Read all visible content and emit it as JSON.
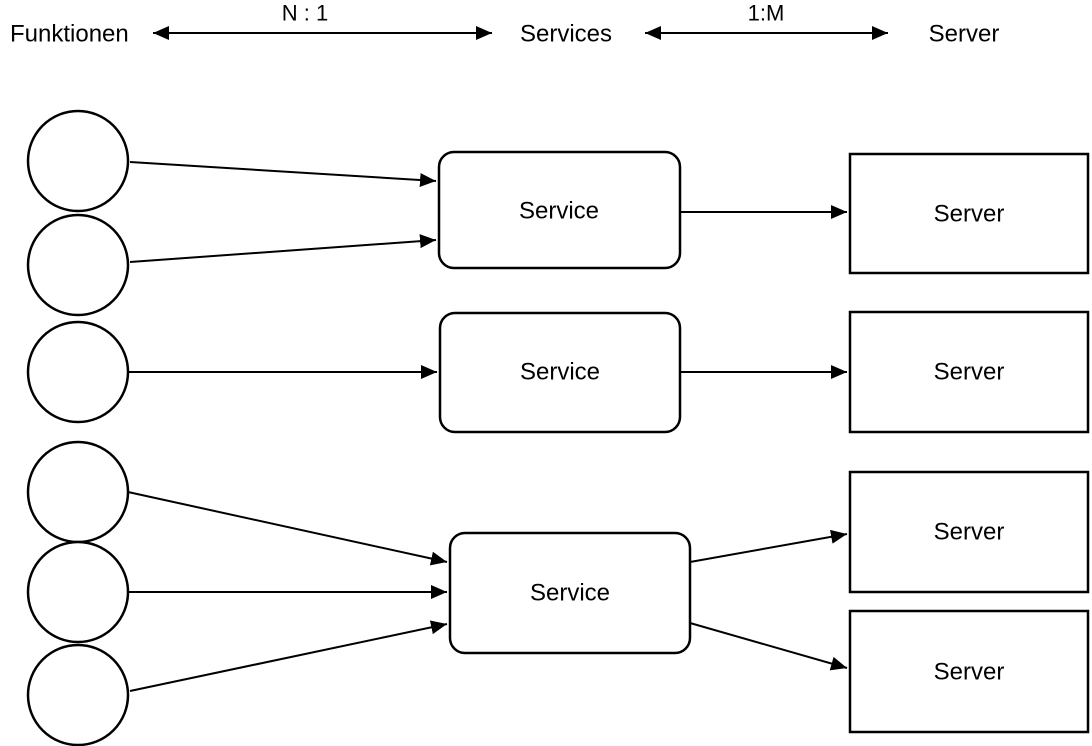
{
  "header": {
    "functions_label": "Funktionen",
    "services_label": "Services",
    "server_label": "Server",
    "relations": [
      {
        "label": "N : 1"
      },
      {
        "label": "1:M"
      }
    ]
  },
  "nodes": {
    "function_circle_count": 6,
    "services": [
      {
        "label": "Service"
      },
      {
        "label": "Service"
      },
      {
        "label": "Service"
      }
    ],
    "servers": [
      {
        "label": "Server"
      },
      {
        "label": "Server"
      },
      {
        "label": "Server"
      },
      {
        "label": "Server"
      }
    ]
  },
  "groups": [
    {
      "functions": 2,
      "services": 1,
      "servers": 1
    },
    {
      "functions": 1,
      "services": 1,
      "servers": 1
    },
    {
      "functions": 3,
      "services": 1,
      "servers": 2
    }
  ],
  "colors": {
    "stroke": "#000000",
    "shape_fill": "#ffffff",
    "background": "#ffffff",
    "text": "#000000"
  }
}
